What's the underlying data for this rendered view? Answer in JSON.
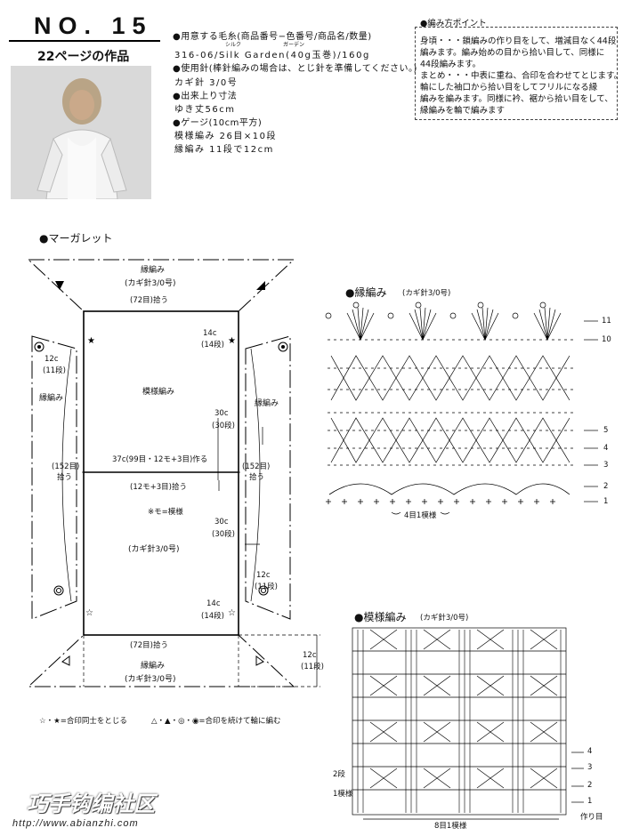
{
  "header": {
    "number": "NO. 15",
    "page_ref": "22ページの作品"
  },
  "specs": {
    "yarn_head": "●用意する毛糸(商品番号−色番号/商品名/数量)",
    "ruby_silk": "シルク",
    "ruby_garden": "ガーデン",
    "yarn_line": "316-06/Silk Garden(40g玉巻)/160g",
    "needle_head": "●使用針(棒針編みの場合は、とじ針を準備してください。)",
    "needle_line": "カギ針 3/0号",
    "size_head": "●出来上り寸法",
    "size_line": "ゆき丈56cm",
    "gauge_head": "●ゲージ(10cm平方)",
    "gauge_line1": "模様編み  26目×10段",
    "gauge_line2": "縁編み   11段で12cm"
  },
  "notes": {
    "head": "●編み方ポイント",
    "lines": [
      "身頃・・・鎖編みの作り目をして、増減目なく44段",
      "編みます。編み始めの目から拾い目して、同様に",
      "44段編みます。",
      "まとめ・・・中表に重ね、合印を合わせてとじます。",
      "輪にした袖口から拾い目をしてフリルになる縁",
      "編みを編みます。同様に衿、裾から拾い目をして、",
      "縁編みを輪で編みます"
    ]
  },
  "schematic": {
    "title": "●マーガレット",
    "border_top": "縁編み",
    "needle_top": "(カギ針3/0号)",
    "pick_top": "(72目)拾う",
    "left_rows": "12c",
    "left_rows_sub": "(11段)",
    "left_border": "縁編み",
    "right_border": "縁編み",
    "tl_size": "14c",
    "tl_size_sub": "(14段)",
    "pattern": "模様編み",
    "size30_top": "30c",
    "size30_top_sub": "(30段)",
    "left152": "(152目)",
    "left152_sub": "拾う",
    "right152": "(152目)",
    "right152_sub": "拾う",
    "cast_on": "37c(99目・12モ+3目)作る",
    "pick_mid": "(12モ+3目)拾う",
    "mo_note": "※モ=模様",
    "size30_bot": "30c",
    "size30_bot_sub": "(30段)",
    "needle_mid": "(カギ針3/0号)",
    "rr_size": "12c",
    "rr_size_sub": "(11段)",
    "br_size": "14c",
    "br_size_sub": "(14段)",
    "pick_bot": "(72目)拾う",
    "border_bot": "縁編み",
    "needle_bot": "(カギ針3/0号)",
    "side12": "12c",
    "side12_sub": "(11段)",
    "legend1": "☆・★=合印同士をとじる",
    "legend2": "△・▲・◎・◉=合印を続けて輪に編む"
  },
  "border_chart": {
    "title": "●縁編み",
    "needle": "(カギ針3/0号)",
    "rows": [
      "11",
      "10",
      "5",
      "4",
      "3",
      "2",
      "1"
    ],
    "repeat": "4目1模様"
  },
  "pattern_chart": {
    "title": "●模様編み",
    "needle": "(カギ針3/0号)",
    "rows_right": [
      "4",
      "3",
      "2",
      "1"
    ],
    "left_rows": [
      "2段",
      "1模様"
    ],
    "start": "作り目",
    "repeat": "8目1模様"
  },
  "watermark": {
    "logo": "巧手钩编社区",
    "url": "http://www.abianzhi.com"
  }
}
